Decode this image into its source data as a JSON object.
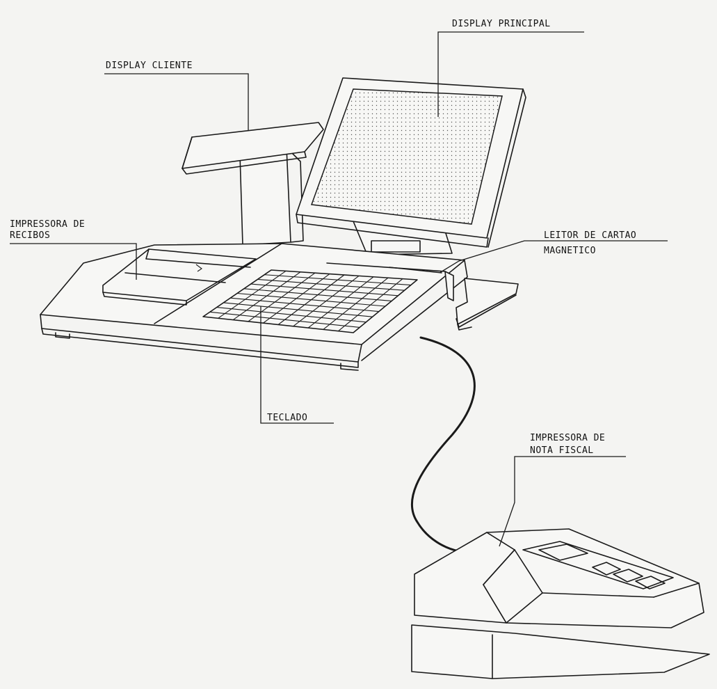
{
  "labels": {
    "display_principal": "DISPLAY PRINCIPAL",
    "display_cliente": "DISPLAY CLIENTE",
    "impressora_recibos_1": "IMPRESSORA DE",
    "impressora_recibos_2": "RECIBOS",
    "leitor_cartao_1": "LEITOR DE CARTAO",
    "leitor_cartao_2": "MAGNETICO",
    "teclado": "TECLADO",
    "impressora_nota_1": "IMPRESSORA DE",
    "impressora_nota_2": "NOTA FISCAL"
  }
}
